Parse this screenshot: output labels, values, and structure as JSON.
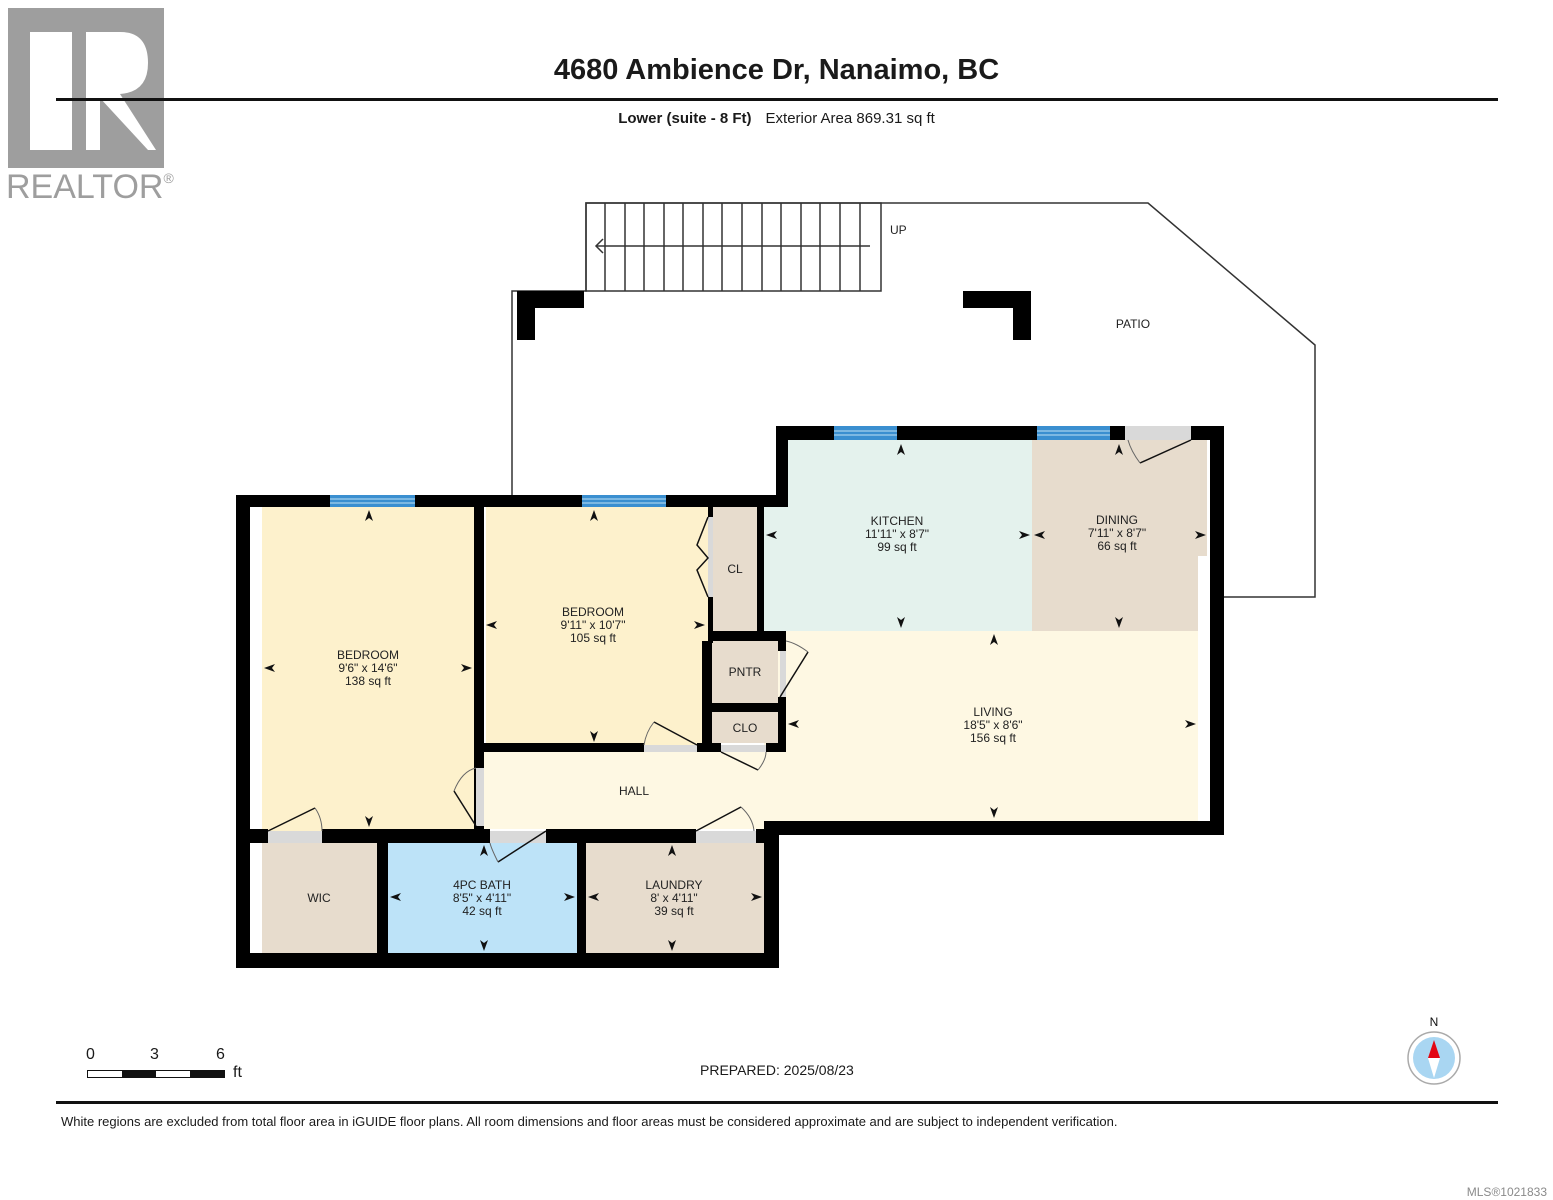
{
  "branding": {
    "logo_icon": "realtor-r-logo",
    "logo_text": "REALTOR",
    "logo_mark": "®"
  },
  "header": {
    "title": "4680 Ambience Dr, Nanaimo, BC",
    "floor_label": "Lower (suite - 8 Ft)",
    "exterior_area": "Exterior Area 869.31 sq ft"
  },
  "plan": {
    "exterior": {
      "stairs_label": "UP",
      "patio_label": "PATIO"
    },
    "rooms": [
      {
        "id": "kitchen",
        "name": "KITCHEN",
        "dims": "11'11\" x 8'7\"",
        "area": "99 sq ft",
        "color": "#e4f2ed"
      },
      {
        "id": "dining",
        "name": "DINING",
        "dims": "7'11\" x 8'7\"",
        "area": "66 sq ft",
        "color": "#e7dccd"
      },
      {
        "id": "bedroom-2",
        "name": "BEDROOM",
        "dims": "9'11\" x 10'7\"",
        "area": "105 sq ft",
        "color": "#fdf1cc"
      },
      {
        "id": "bedroom-1",
        "name": "BEDROOM",
        "dims": "9'6\" x 14'6\"",
        "area": "138 sq ft",
        "color": "#fdf1cc"
      },
      {
        "id": "living",
        "name": "LIVING",
        "dims": "18'5\" x 8'6\"",
        "area": "156 sq ft",
        "color": "#fef8e3"
      },
      {
        "id": "hall",
        "name": "HALL",
        "dims": "",
        "area": "",
        "color": "#fef8e3"
      },
      {
        "id": "cl",
        "name": "CL",
        "dims": "",
        "area": "",
        "color": "#e7dccd"
      },
      {
        "id": "pntr",
        "name": "PNTR",
        "dims": "",
        "area": "",
        "color": "#e7dccd"
      },
      {
        "id": "clo",
        "name": "CLO",
        "dims": "",
        "area": "",
        "color": "#e7dccd"
      },
      {
        "id": "wic",
        "name": "WIC",
        "dims": "",
        "area": "",
        "color": "#e7dccd"
      },
      {
        "id": "bath",
        "name": "4PC BATH",
        "dims": "8'5\" x 4'11\"",
        "area": "42 sq ft",
        "color": "#bde3f8"
      },
      {
        "id": "laundry",
        "name": "LAUNDRY",
        "dims": "8' x 4'11\"",
        "area": "39 sq ft",
        "color": "#e7dccd"
      }
    ],
    "colors": {
      "wall": "#000000",
      "window": "#3a8fd0",
      "door_opening": "#d9d9d9"
    }
  },
  "scale_bar": {
    "ticks": [
      "0",
      "3",
      "6"
    ],
    "unit": "ft"
  },
  "prepared": "PREPARED: 2025/08/23",
  "compass": {
    "label": "N",
    "icon": "north-arrow-compass"
  },
  "footer": {
    "disclaimer": "White regions are excluded from total floor area in iGUIDE floor plans. All room dimensions and floor areas must be considered approximate and are subject to independent verification.",
    "mls": "MLS®1021833"
  }
}
